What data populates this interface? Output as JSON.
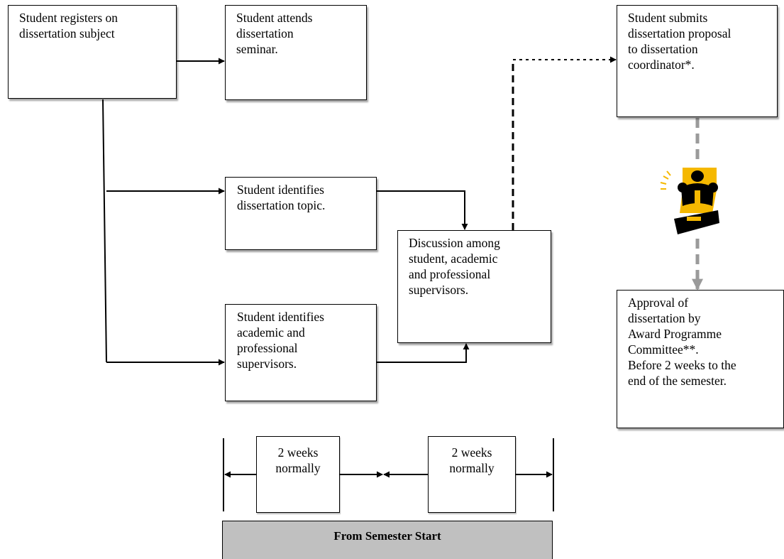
{
  "boxes": {
    "register": "Student registers on\ndissertation subject",
    "seminar": "Student attends\ndissertation\nseminar.",
    "submit": "Student submits\ndissertation proposal\nto dissertation\ncoordinator*.",
    "topic": "Student identifies\ndissertation topic.",
    "discussion": "Discussion among\nstudent, academic\nand professional\nsupervisors.",
    "supervisors": "Student identifies\nacademic and\nprofessional\nsupervisors.",
    "approval": "Approval of\ndissertation by\nAward Programme\nCommittee**.\nBefore 2 weeks to the\nend of the semester."
  },
  "timeline": {
    "span1": "2 weeks\nnormally",
    "span2": "2 weeks\nnormally",
    "footer": "From Semester Start"
  },
  "icons": {
    "committee": "committee-meeting-icon"
  },
  "colors": {
    "footer_fill": "#c0c0c0",
    "grey_arrow": "#9a9a9a",
    "icon_yellow": "#f5b800"
  }
}
